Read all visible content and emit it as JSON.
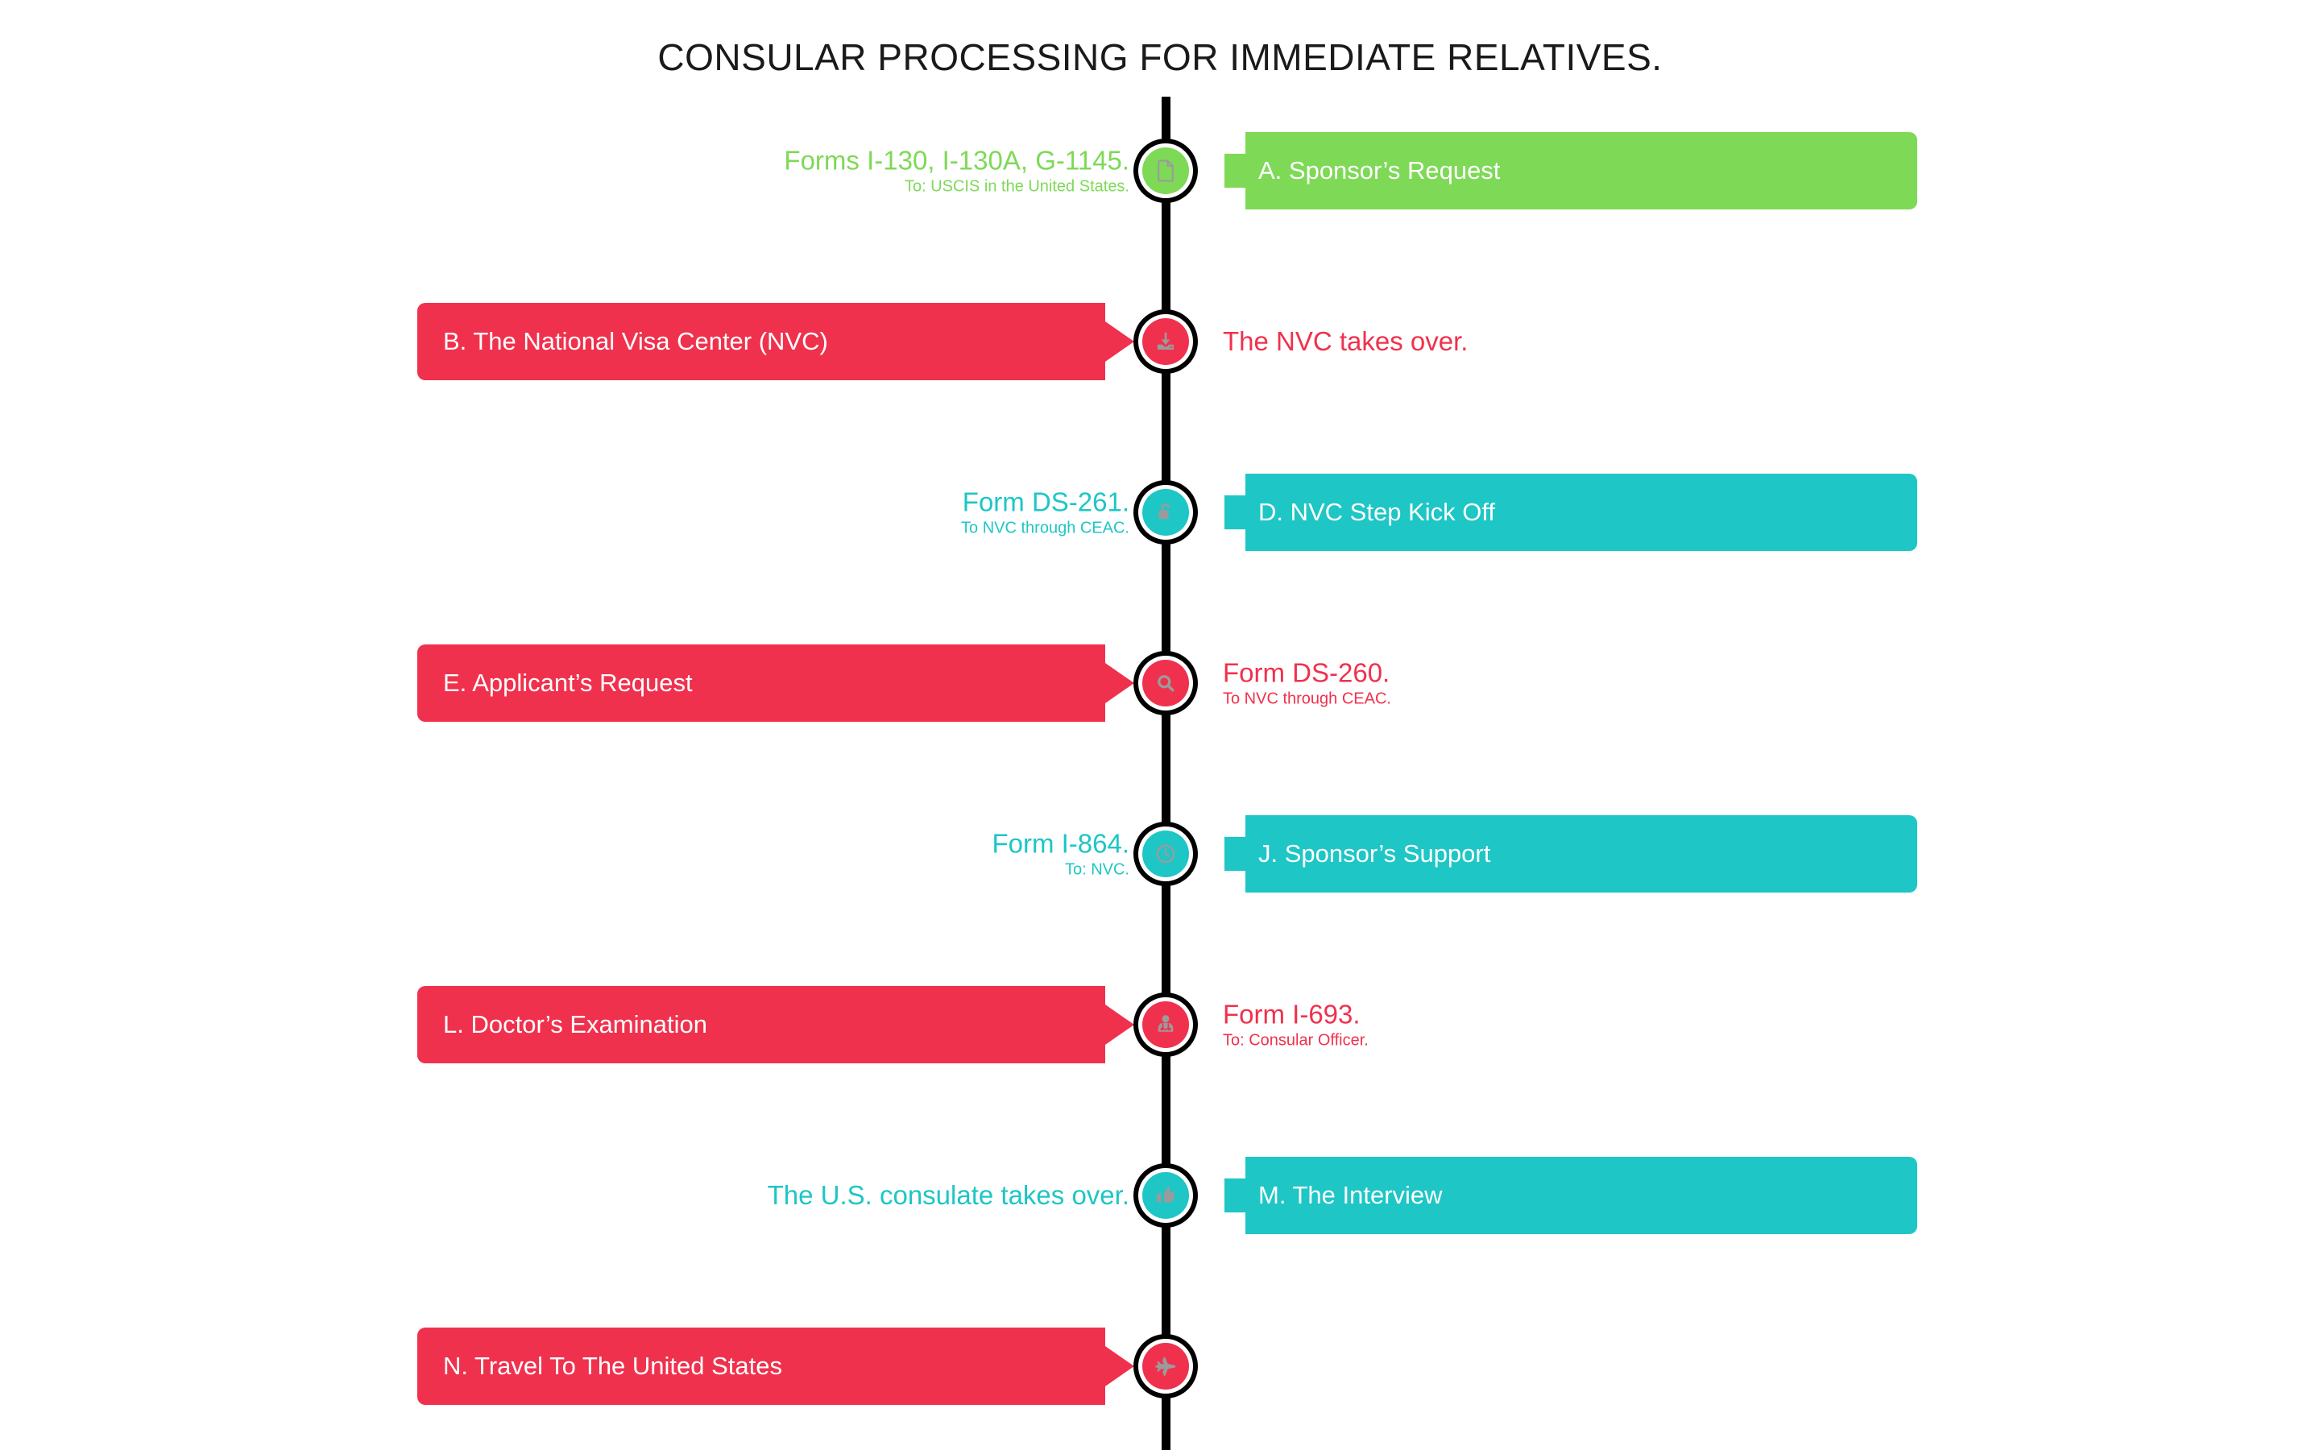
{
  "title": "CONSULAR PROCESSING FOR IMMEDIATE RELATIVES.",
  "colors": {
    "green": "#7ed957",
    "red": "#f0314d",
    "teal": "#1ec6c6",
    "spine": "#000000",
    "icon_gray": "#9b9b9b",
    "background": "#ffffff",
    "title_text": "#1a1a1a",
    "bar_text": "#ffffff"
  },
  "steps": [
    {
      "id": "a",
      "bar_label": "A. Sponsor’s Request",
      "bar_side": "right",
      "color": "#7ed957",
      "icon": "document-icon",
      "note_side": "left",
      "note_primary": "Forms I-130, I-130A, G-1145.",
      "note_secondary": "To: USCIS in the United States."
    },
    {
      "id": "b",
      "bar_label": "B. The National Visa Center (NVC)",
      "bar_side": "left",
      "color": "#f0314d",
      "icon": "download-inbox-icon",
      "note_side": "right",
      "note_primary": "The NVC takes over.",
      "note_secondary": ""
    },
    {
      "id": "d",
      "bar_label": "D. NVC Step Kick Off",
      "bar_side": "right",
      "color": "#1ec6c6",
      "icon": "unlock-icon",
      "note_side": "left",
      "note_primary": "Form DS-261.",
      "note_secondary": "To NVC through CEAC."
    },
    {
      "id": "e",
      "bar_label": "E. Applicant’s Request",
      "bar_side": "left",
      "color": "#f0314d",
      "icon": "magnifier-icon",
      "note_side": "right",
      "note_primary": "Form DS-260.",
      "note_secondary": "To NVC through CEAC."
    },
    {
      "id": "j",
      "bar_label": "J. Sponsor’s Support",
      "bar_side": "right",
      "color": "#1ec6c6",
      "icon": "clock-icon",
      "note_side": "left",
      "note_primary": "Form I-864.",
      "note_secondary": "To: NVC."
    },
    {
      "id": "l",
      "bar_label": "L. Doctor’s Examination",
      "bar_side": "left",
      "color": "#f0314d",
      "icon": "doctor-icon",
      "note_side": "right",
      "note_primary": "Form I-693.",
      "note_secondary": "To: Consular Officer."
    },
    {
      "id": "m",
      "bar_label": "M. The Interview",
      "bar_side": "right",
      "color": "#1ec6c6",
      "icon": "thumbs-up-icon",
      "note_side": "left",
      "note_primary": "The U.S. consulate takes over.",
      "note_secondary": ""
    },
    {
      "id": "n",
      "bar_label": "N. Travel To The United States",
      "bar_side": "left",
      "color": "#f0314d",
      "icon": "airplane-icon",
      "note_side": "right",
      "note_primary": "",
      "note_secondary": ""
    }
  ]
}
